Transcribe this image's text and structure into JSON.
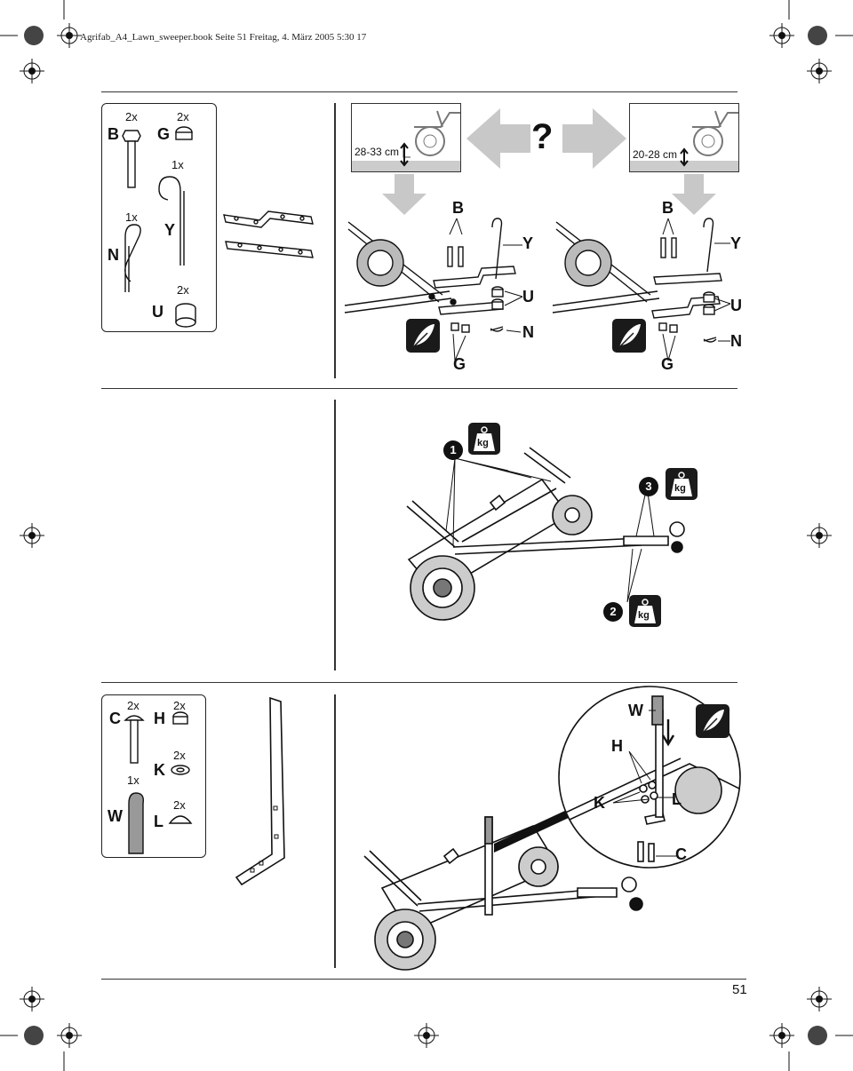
{
  "header": {
    "slug": "Agrifab_A4_Lawn_sweeper.book  Seite 51  Freitag, 4. März 2005  5:30 17"
  },
  "section1": {
    "parts": [
      {
        "letter": "B",
        "qty": "2x"
      },
      {
        "letter": "G",
        "qty": "2x"
      },
      {
        "letter": "Y",
        "qty": "1x"
      },
      {
        "letter": "N",
        "qty": "1x"
      },
      {
        "letter": "U",
        "qty": "2x"
      }
    ],
    "left_height": "28-33 cm",
    "right_height": "20-28 cm",
    "question": "?",
    "left_labels": {
      "b": "B",
      "y": "Y",
      "u": "U",
      "n": "N",
      "g": "G"
    },
    "right_labels": {
      "b": "B",
      "y": "Y",
      "u": "U",
      "n": "N",
      "g": "G"
    }
  },
  "section2": {
    "steps": [
      {
        "num": "1",
        "unit": "kg"
      },
      {
        "num": "2",
        "unit": "kg"
      },
      {
        "num": "3",
        "unit": "kg"
      }
    ]
  },
  "section3": {
    "parts": [
      {
        "letter": "C",
        "qty": "2x"
      },
      {
        "letter": "H",
        "qty": "2x"
      },
      {
        "letter": "K",
        "qty": "2x"
      },
      {
        "letter": "W",
        "qty": "1x"
      },
      {
        "letter": "L",
        "qty": "2x"
      }
    ],
    "detail_labels": {
      "w": "W",
      "h": "H",
      "k": "K",
      "l": "L",
      "c": "C"
    }
  },
  "footer": {
    "page_number": "51"
  }
}
